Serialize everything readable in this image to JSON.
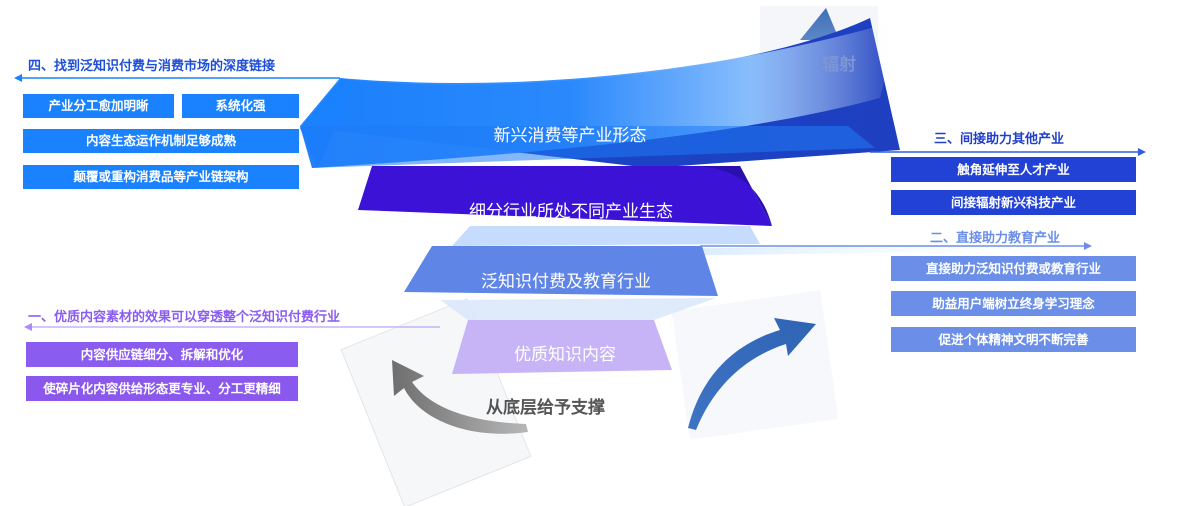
{
  "layers": [
    {
      "id": "emerging",
      "label": "新兴消费等产业形态"
    },
    {
      "id": "segments",
      "label": "细分行业所处不同产业生态"
    },
    {
      "id": "industry",
      "label": "泛知识付费及教育行业"
    },
    {
      "id": "content",
      "label": "优质知识内容"
    }
  ],
  "support_label": "从底层给予支撑",
  "radiate_label": "辐射",
  "section4": {
    "heading": "四、找到泛知识付费与消费市场的深度链接",
    "items": [
      "产业分工愈加明晰",
      "系统化强",
      "内容生态运作机制足够成熟",
      "颠覆或重构消费品等产业链架构"
    ]
  },
  "section3": {
    "heading": "三、间接助力其他产业",
    "items": [
      "触角延伸至人才产业",
      "间接辐射新兴科技产业"
    ]
  },
  "section2": {
    "heading": "二、直接助力教育产业",
    "items": [
      "直接助力泛知识付费或教育行业",
      "助益用户端树立终身学习理念",
      "促进个体精神文明不断完善"
    ]
  },
  "section1": {
    "heading": "一、优质内容素材的效果可以穿透整个泛知识付费行业",
    "items": [
      "内容供应链细分、拆解和优化",
      "使碎片化内容供给形态更专业、分工更精细"
    ]
  },
  "colors": {
    "layer_emerging": "#1a82ff",
    "layer_segments": "#3b12d6",
    "layer_industry": "#5f85e6",
    "layer_content": "#c7b4f7",
    "heading4": "#1f4fd8",
    "heading3": "#1f3fc8",
    "heading2": "#6b8fe8",
    "heading1": "#8b5cf0"
  }
}
